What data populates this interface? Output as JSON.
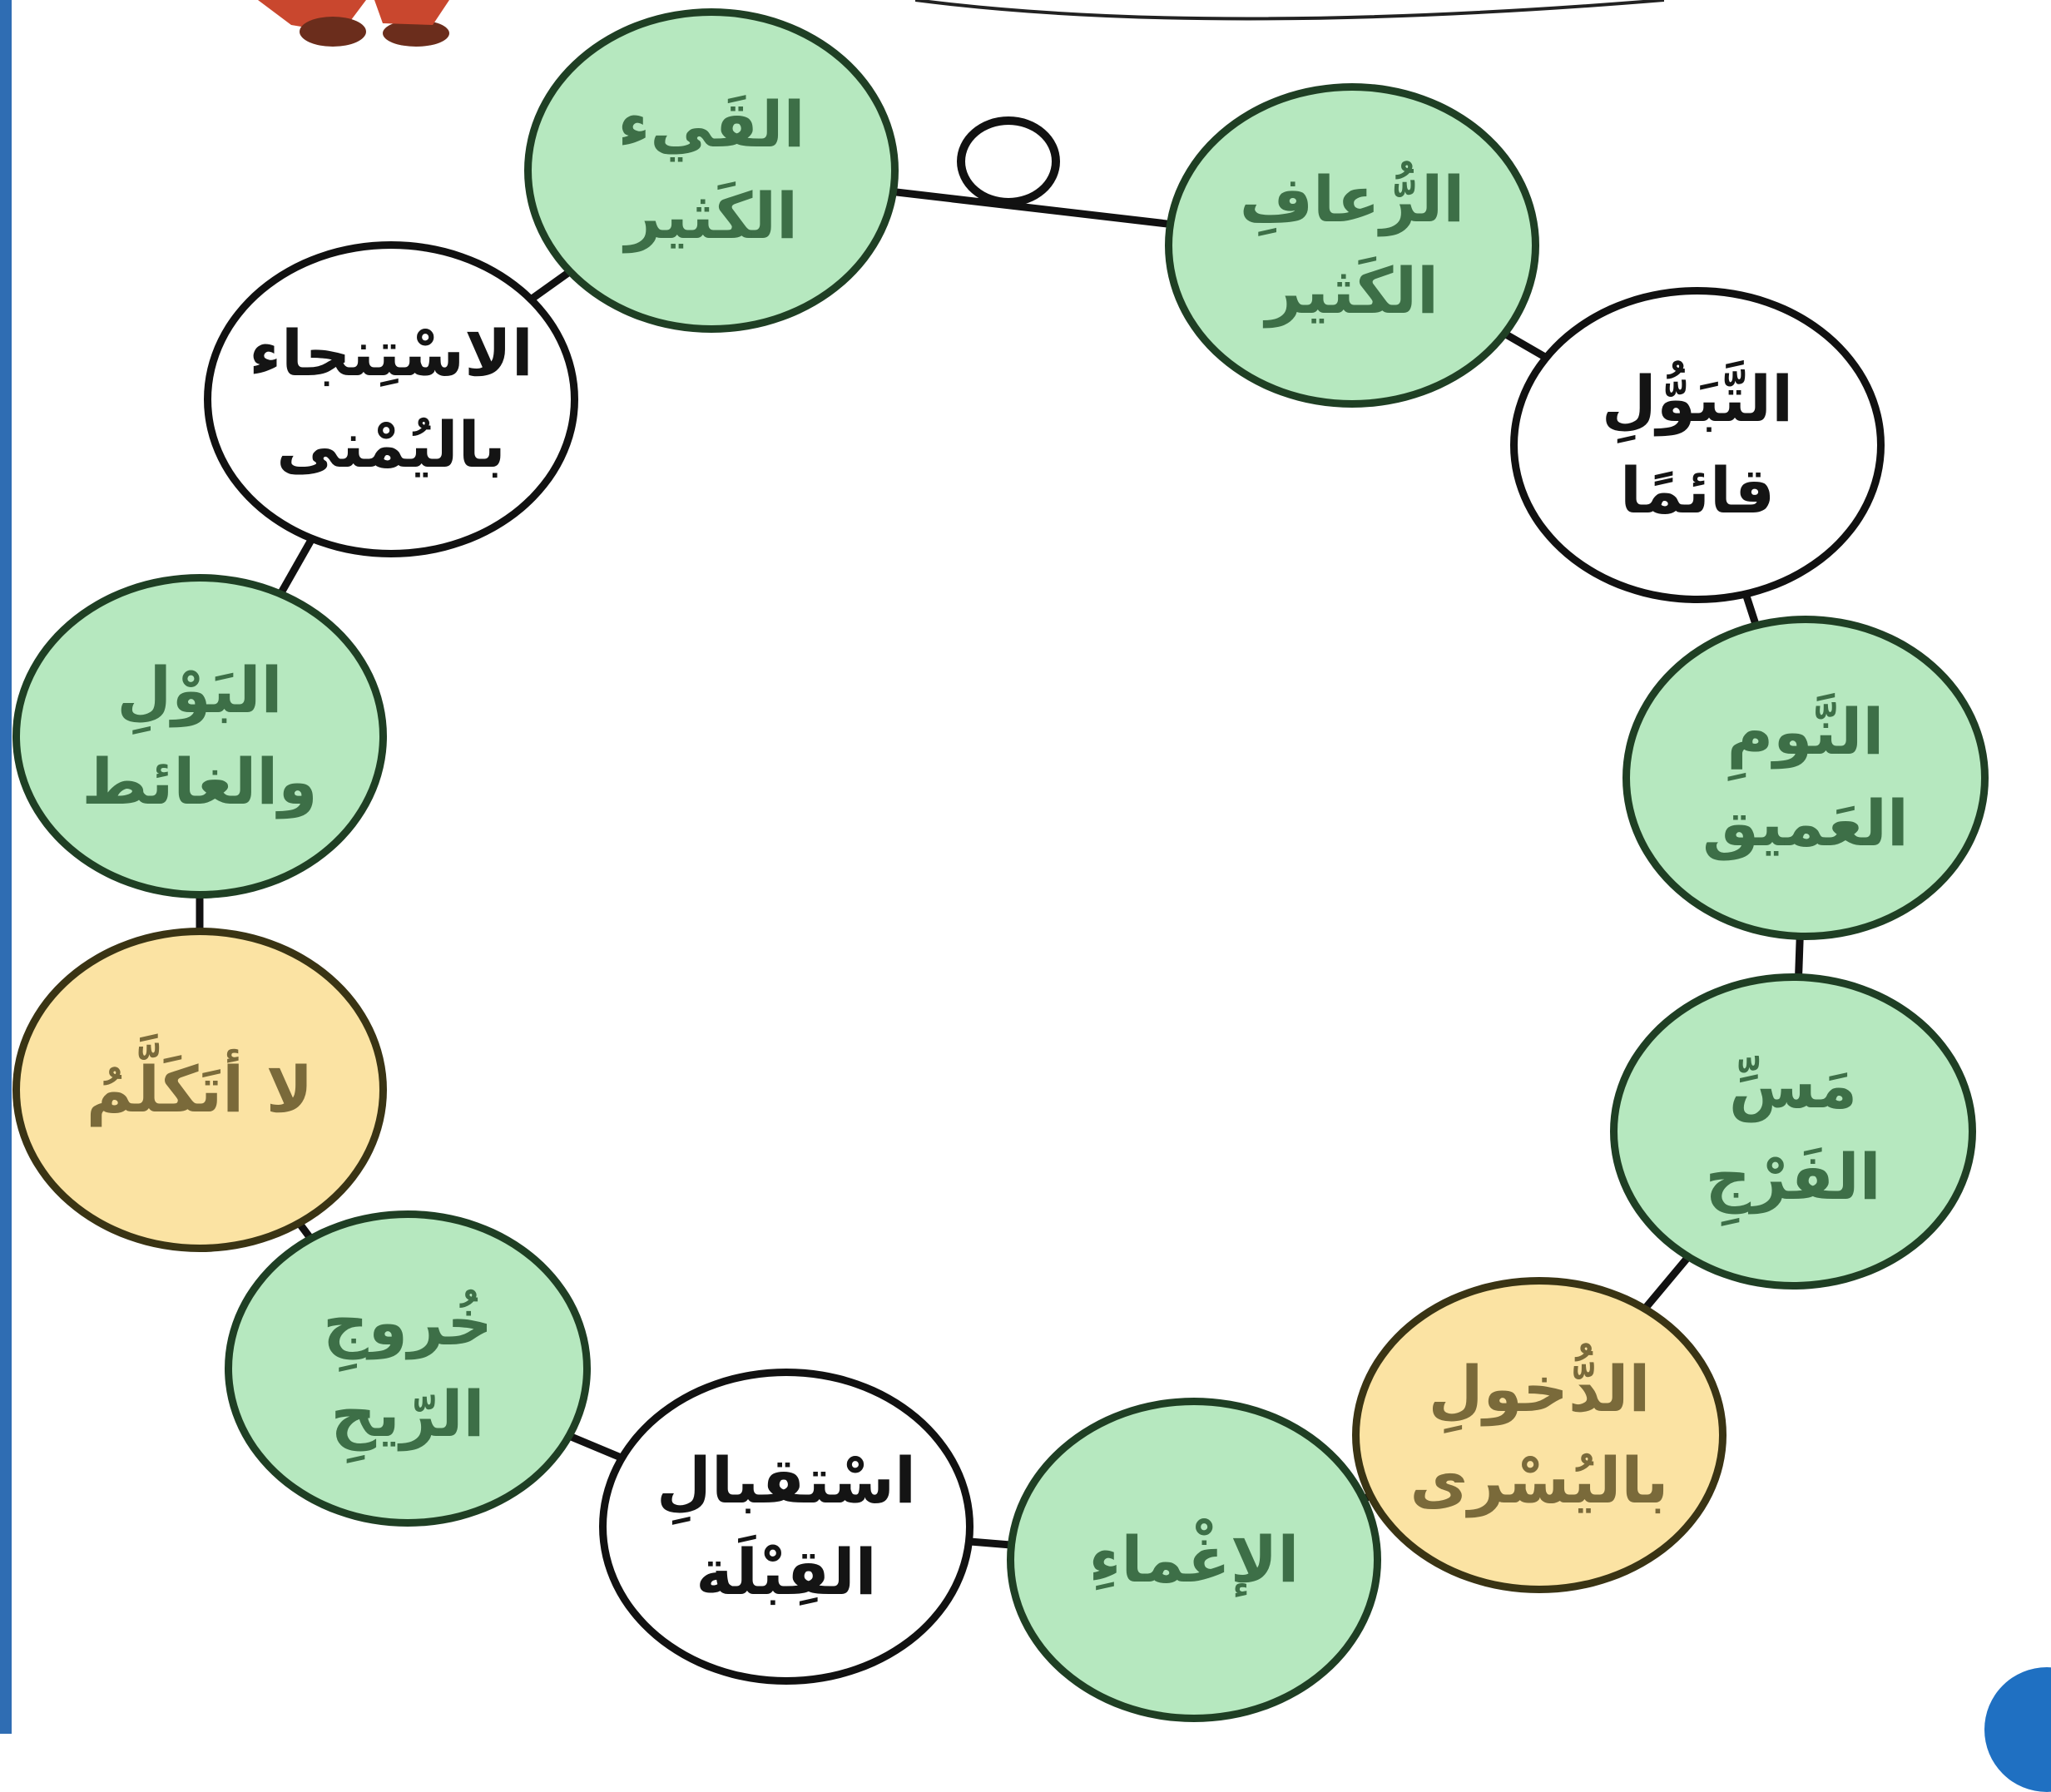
{
  "bubbles": [
    {
      "id": "qay-katheer",
      "lines": [
        "القَيء",
        "الكَثير"
      ],
      "color": "green"
    },
    {
      "id": "ruaaf-katheer",
      "lines": [
        "الرُّعافِ",
        "الكَثير"
      ],
      "color": "green"
    },
    {
      "id": "tabawul-qaiman",
      "lines": [
        "التَّبَوُّلِ",
        "قائمًا"
      ],
      "color": "white"
    },
    {
      "id": "nawm-ameeq",
      "lines": [
        "النَّومِ",
        "العَميق"
      ],
      "color": "green"
    },
    {
      "id": "mass-farj",
      "lines": [
        "مَسِّ",
        "الفَرْجِ"
      ],
      "color": "green"
    },
    {
      "id": "dukhool-yusra",
      "lines": [
        "الدُّخولِ",
        "باليُسْرى"
      ],
      "color": "yellow"
    },
    {
      "id": "ighmaa",
      "lines": [
        "الإغْماءِ"
      ],
      "color": "green"
    },
    {
      "id": "istiqbal-qibla",
      "lines": [
        "اسْتقبالِ",
        "القِبْلَة"
      ],
      "color": "white"
    },
    {
      "id": "khurooj-reeh",
      "lines": [
        "خُروجِ",
        "الرّيحِ"
      ],
      "color": "green"
    },
    {
      "id": "la-atakallam",
      "lines": [
        "لا أتَكَلَّمُ"
      ],
      "color": "yellow"
    },
    {
      "id": "bawl-ghaait",
      "lines": [
        "البَوْلِ",
        "والغائط"
      ],
      "color": "green"
    },
    {
      "id": "istinjaa-yumna",
      "lines": [
        "الاسْتِنجاء",
        "باليُمْنى"
      ],
      "color": "white"
    }
  ],
  "colors": {
    "green_fill": "#b6e8bf",
    "yellow_fill": "#fbe3a3",
    "white_fill": "#ffffff",
    "outline": "#111111",
    "accent_blue": "#1f70c2"
  }
}
